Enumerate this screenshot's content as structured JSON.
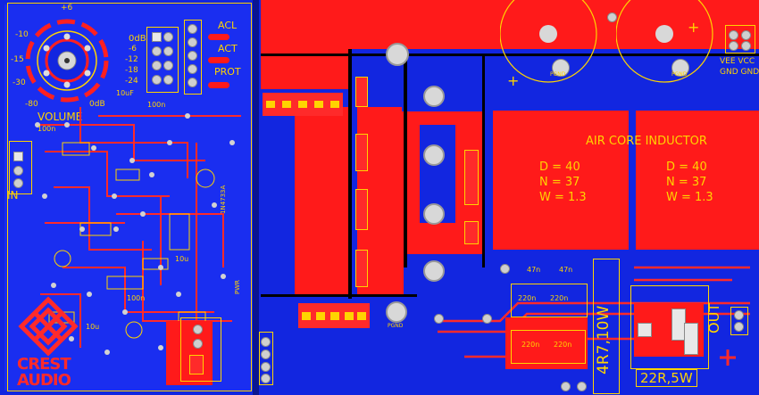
{
  "volume": {
    "label": "VOLUME",
    "scale_top": "+6",
    "scale_left_upper": "-10",
    "scale_left_mid": "-15",
    "scale_left_low": "-30",
    "scale_bottom_left": "-80",
    "scale_bottom_right": "0dB",
    "db_label": "0dB",
    "db_steps": [
      "-6",
      "-12",
      "-18",
      "-24"
    ]
  },
  "indicators": [
    "ACL",
    "ACT",
    "PROT"
  ],
  "input_label": "IN",
  "brand": {
    "line1": "CREST",
    "line2": "AUDIO"
  },
  "small_labels": [
    "10uF",
    "100n",
    "100n",
    "1N4733A",
    "PWR",
    "10u",
    "100n",
    "10u"
  ],
  "inductor": {
    "title": "AIR CORE INDUCTOR",
    "left": {
      "d": "D = 40",
      "n": "N = 37",
      "w": "W = 1.3"
    },
    "right": {
      "d": "D = 40",
      "n": "N = 37",
      "w": "W = 1.3"
    }
  },
  "resistors": {
    "r1": "4R7,10W",
    "r2": "22R,5W"
  },
  "output_label": "OUT",
  "supply_labels": {
    "top": "VEE VCC",
    "bottom": "GND GND"
  },
  "pgnd": [
    "PGND",
    "PGND",
    "PGND"
  ],
  "caps": [
    "220n",
    "220n",
    "47n",
    "47n",
    "220n",
    "220n"
  ],
  "colors": {
    "board": "#1226e0",
    "copper_top": "#ff1a1a",
    "silkscreen": "#ffd400",
    "pad": "#cfcfcf"
  }
}
